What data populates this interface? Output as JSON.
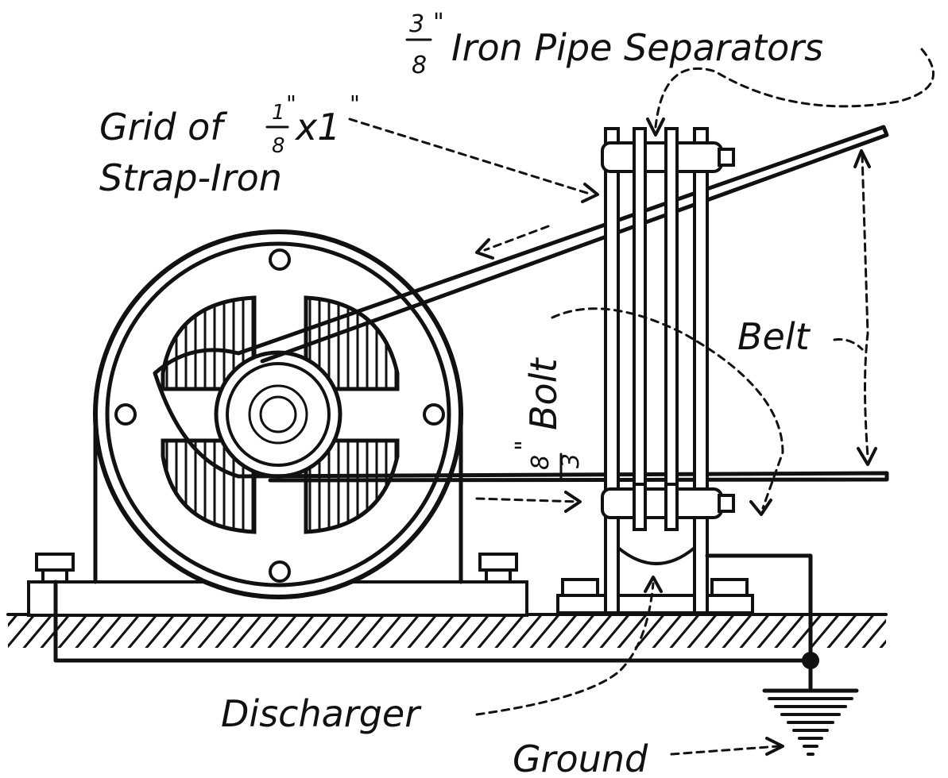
{
  "labels": {
    "separators_fraction_num": "3",
    "separators_fraction_den": "8",
    "separators_inch": "\"",
    "separators_text": "Iron Pipe Separators",
    "grid_line1_prefix": "Grid of",
    "grid_frac_num": "1",
    "grid_frac_den": "8",
    "grid_inch1": "\"",
    "grid_times": "x1",
    "grid_inch2": "\"",
    "grid_line2": "Strap-Iron",
    "belt": "Belt",
    "bolt_frac_num": "3",
    "bolt_frac_den": "8",
    "bolt_inch": "\"",
    "bolt_text": "Bolt",
    "discharger": "Discharger",
    "ground": "Ground"
  },
  "colors": {
    "ink": "#111111",
    "paper": "#ffffff"
  }
}
